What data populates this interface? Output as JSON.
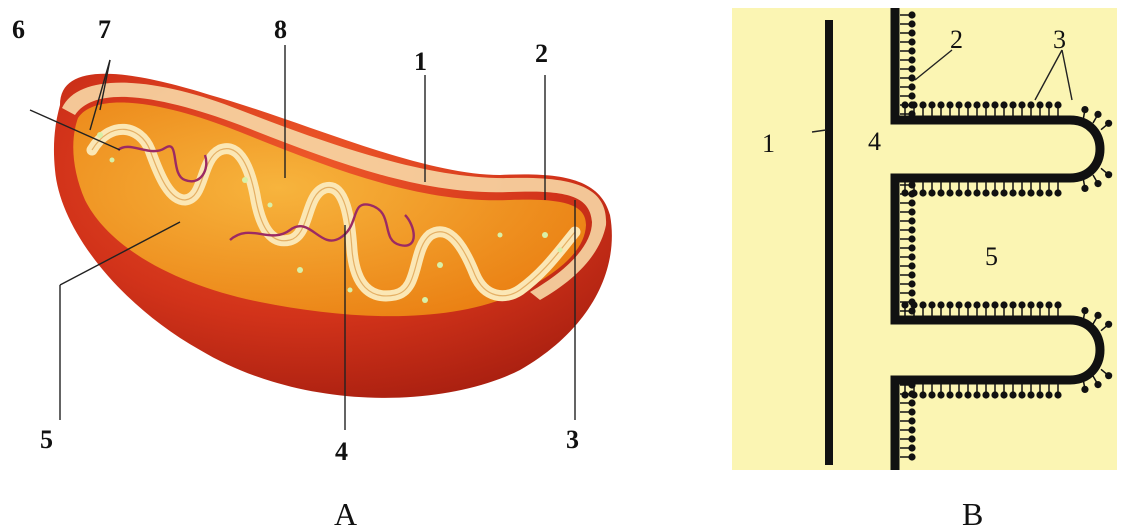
{
  "panel_a": {
    "caption": "A",
    "labels": [
      "1",
      "2",
      "3",
      "4",
      "5",
      "6",
      "7",
      "8"
    ]
  },
  "panel_b": {
    "caption": "B",
    "labels": [
      "1",
      "2",
      "3",
      "4",
      "5"
    ]
  },
  "colors": {
    "outer_membrane": "#d2331a",
    "outer_membrane_dark": "#a81f10",
    "matrix": "#f2961f",
    "cristae": "#fbe7b5",
    "dna": "#9c2a63",
    "panel_b_background": "#fbf5b3",
    "panel_b_membrane": "#111111"
  }
}
